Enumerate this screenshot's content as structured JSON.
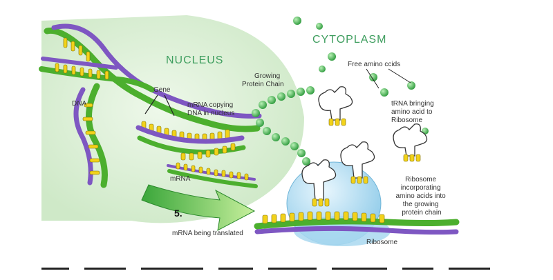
{
  "regions": {
    "nucleus": "NUCLEUS",
    "cytoplasm": "CYTOPLASM"
  },
  "labels": {
    "dna": "DNA",
    "gene": "Gene",
    "mrna_copying": [
      "mRNA copying",
      "DNA in nucleus"
    ],
    "growing_chain": [
      "Growing",
      "Protein Chain"
    ],
    "free_amino": "Free amino ccids",
    "trna_bringing": [
      "tRNA bringing",
      "amino acid to",
      "Ribosome"
    ],
    "mrna": "mRNA",
    "step": "5.",
    "mrna_translated": "mRNA being translated",
    "ribosome_incorporating": [
      "Ribosome",
      "incorporating",
      "amino acids into",
      "the growing",
      "protein chain"
    ],
    "ribosome": "Ribosome"
  },
  "colors": {
    "nucleus": "#d9f0d3",
    "dna_green": "#4caf2e",
    "dna_purple": "#7e57c2",
    "base_yellow": "#f2d21a",
    "amino_green": "#3bb54a",
    "ribosome_blue": "#bfe4f7",
    "arrow_green": "#62c43a"
  }
}
